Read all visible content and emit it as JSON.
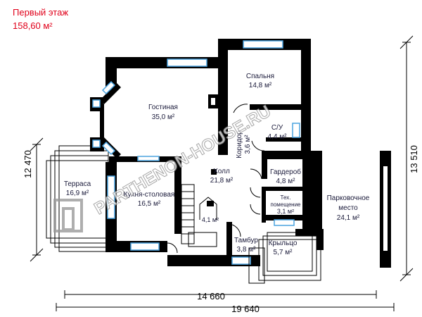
{
  "header": {
    "floor_title": "Первый этаж",
    "area": "158,60 м²"
  },
  "rooms": {
    "living": {
      "name": "Гостиная",
      "area": "35,0 м²"
    },
    "bedroom": {
      "name": "Спальня",
      "area": "14,8 м²"
    },
    "bathroom": {
      "name": "С/У",
      "area": "4,4 м²"
    },
    "corridor": {
      "name": "Коридор",
      "area": "3,6 м²"
    },
    "hall": {
      "name": "Холл",
      "area": "21,8 м²"
    },
    "wardrobe": {
      "name": "Гардероб",
      "area": "4,8 м²"
    },
    "tech": {
      "name_line1": "Тех.",
      "name_line2": "помещение",
      "area": "3,1 м²"
    },
    "terrace": {
      "name": "Терраса",
      "area": "16,9 м²"
    },
    "kitchen": {
      "name": "Кухня-столовая",
      "area": "16,5 м²"
    },
    "stair_area": {
      "area": "4,1 м²"
    },
    "vestibule": {
      "name": "Тамбур",
      "area": "3,8 м²"
    },
    "porch": {
      "name": "Крыльцо",
      "area": "5,7 м²"
    },
    "parking": {
      "name_line1": "Парковочное",
      "name_line2": "место",
      "area": "24,1 м²"
    }
  },
  "dimensions": {
    "left_height": "12 470",
    "right_height": "13 510",
    "inner_width": "14 660",
    "total_width": "19 640"
  },
  "watermark": "PARTHENON-HOUSE.RU",
  "colors": {
    "walls": "#000000",
    "title": "#e0001a",
    "windows": "#4aa3df",
    "text": "#1a1a3a"
  }
}
